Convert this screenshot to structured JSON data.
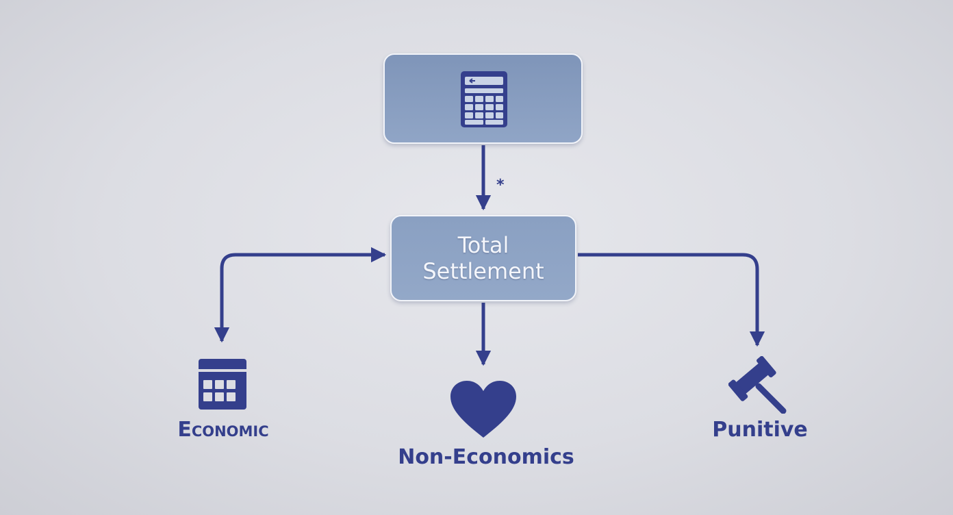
{
  "nodes": {
    "center": {
      "label": "Total Settlement"
    },
    "economic": {
      "label": "Economic"
    },
    "non_economic": {
      "label": "Non-Economics"
    },
    "punitive": {
      "label": "Punitive"
    }
  },
  "connector_marker": "*",
  "icons": {
    "top": "calculator-icon",
    "economic": "calendar-icon",
    "non_economic": "heart-icon",
    "punitive": "gavel-icon"
  },
  "colors": {
    "accent": "#343f8c",
    "box_fill": "#8aa0c2",
    "background": "#dcdde3"
  }
}
